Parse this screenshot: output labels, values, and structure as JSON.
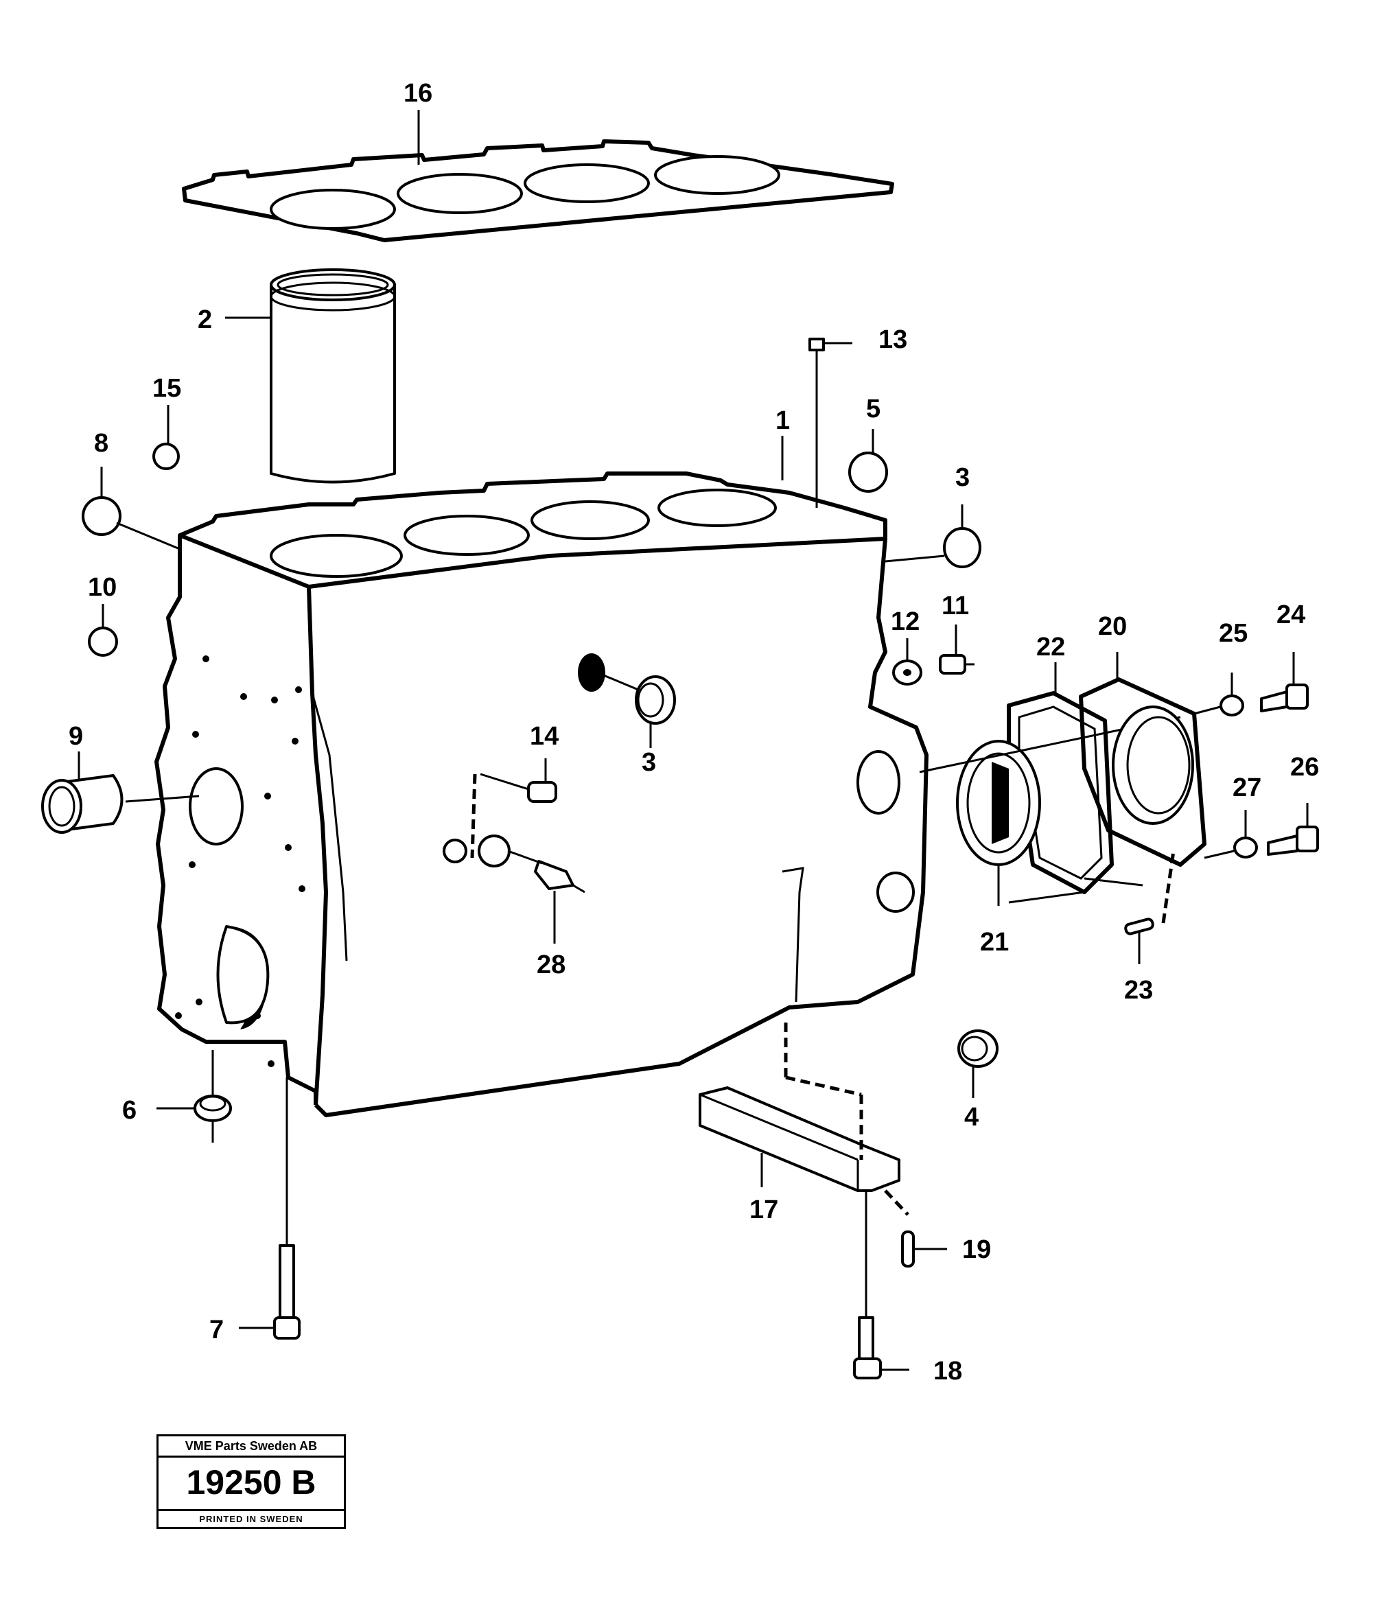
{
  "callouts": {
    "c1": "1",
    "c2": "2",
    "c3a": "3",
    "c3b": "3",
    "c4": "4",
    "c5": "5",
    "c6": "6",
    "c7": "7",
    "c8": "8",
    "c9": "9",
    "c10": "10",
    "c11": "11",
    "c12": "12",
    "c13": "13",
    "c14": "14",
    "c15": "15",
    "c16": "16",
    "c17": "17",
    "c18": "18",
    "c19": "19",
    "c20": "20",
    "c21": "21",
    "c22": "22",
    "c23": "23",
    "c24": "24",
    "c25": "25",
    "c26": "26",
    "c27": "27",
    "c28": "28"
  },
  "stamp": {
    "company": "VME Parts Sweden AB",
    "code": "19250 B",
    "printed": "PRINTED IN SWEDEN"
  }
}
